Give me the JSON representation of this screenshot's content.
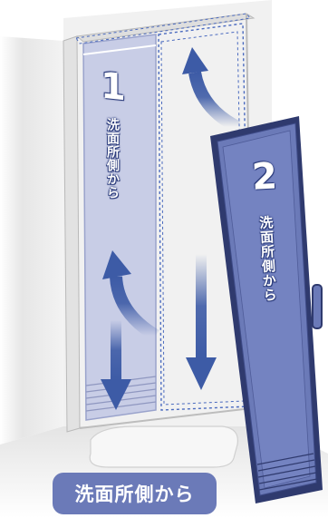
{
  "panel_1": {
    "number": "1",
    "label": "洗面所側から"
  },
  "panel_2": {
    "number": "2",
    "label": "洗面所側から"
  },
  "caption": "洗面所側から",
  "colors": {
    "panel_fill": "#c8cde6",
    "arrow_blue": "#3d5ba6",
    "door_blue": "#6b7ab8",
    "door_frame": "#2f3a6e",
    "caption_bg": "#6b7ab8",
    "wall": "#eeeeee"
  }
}
